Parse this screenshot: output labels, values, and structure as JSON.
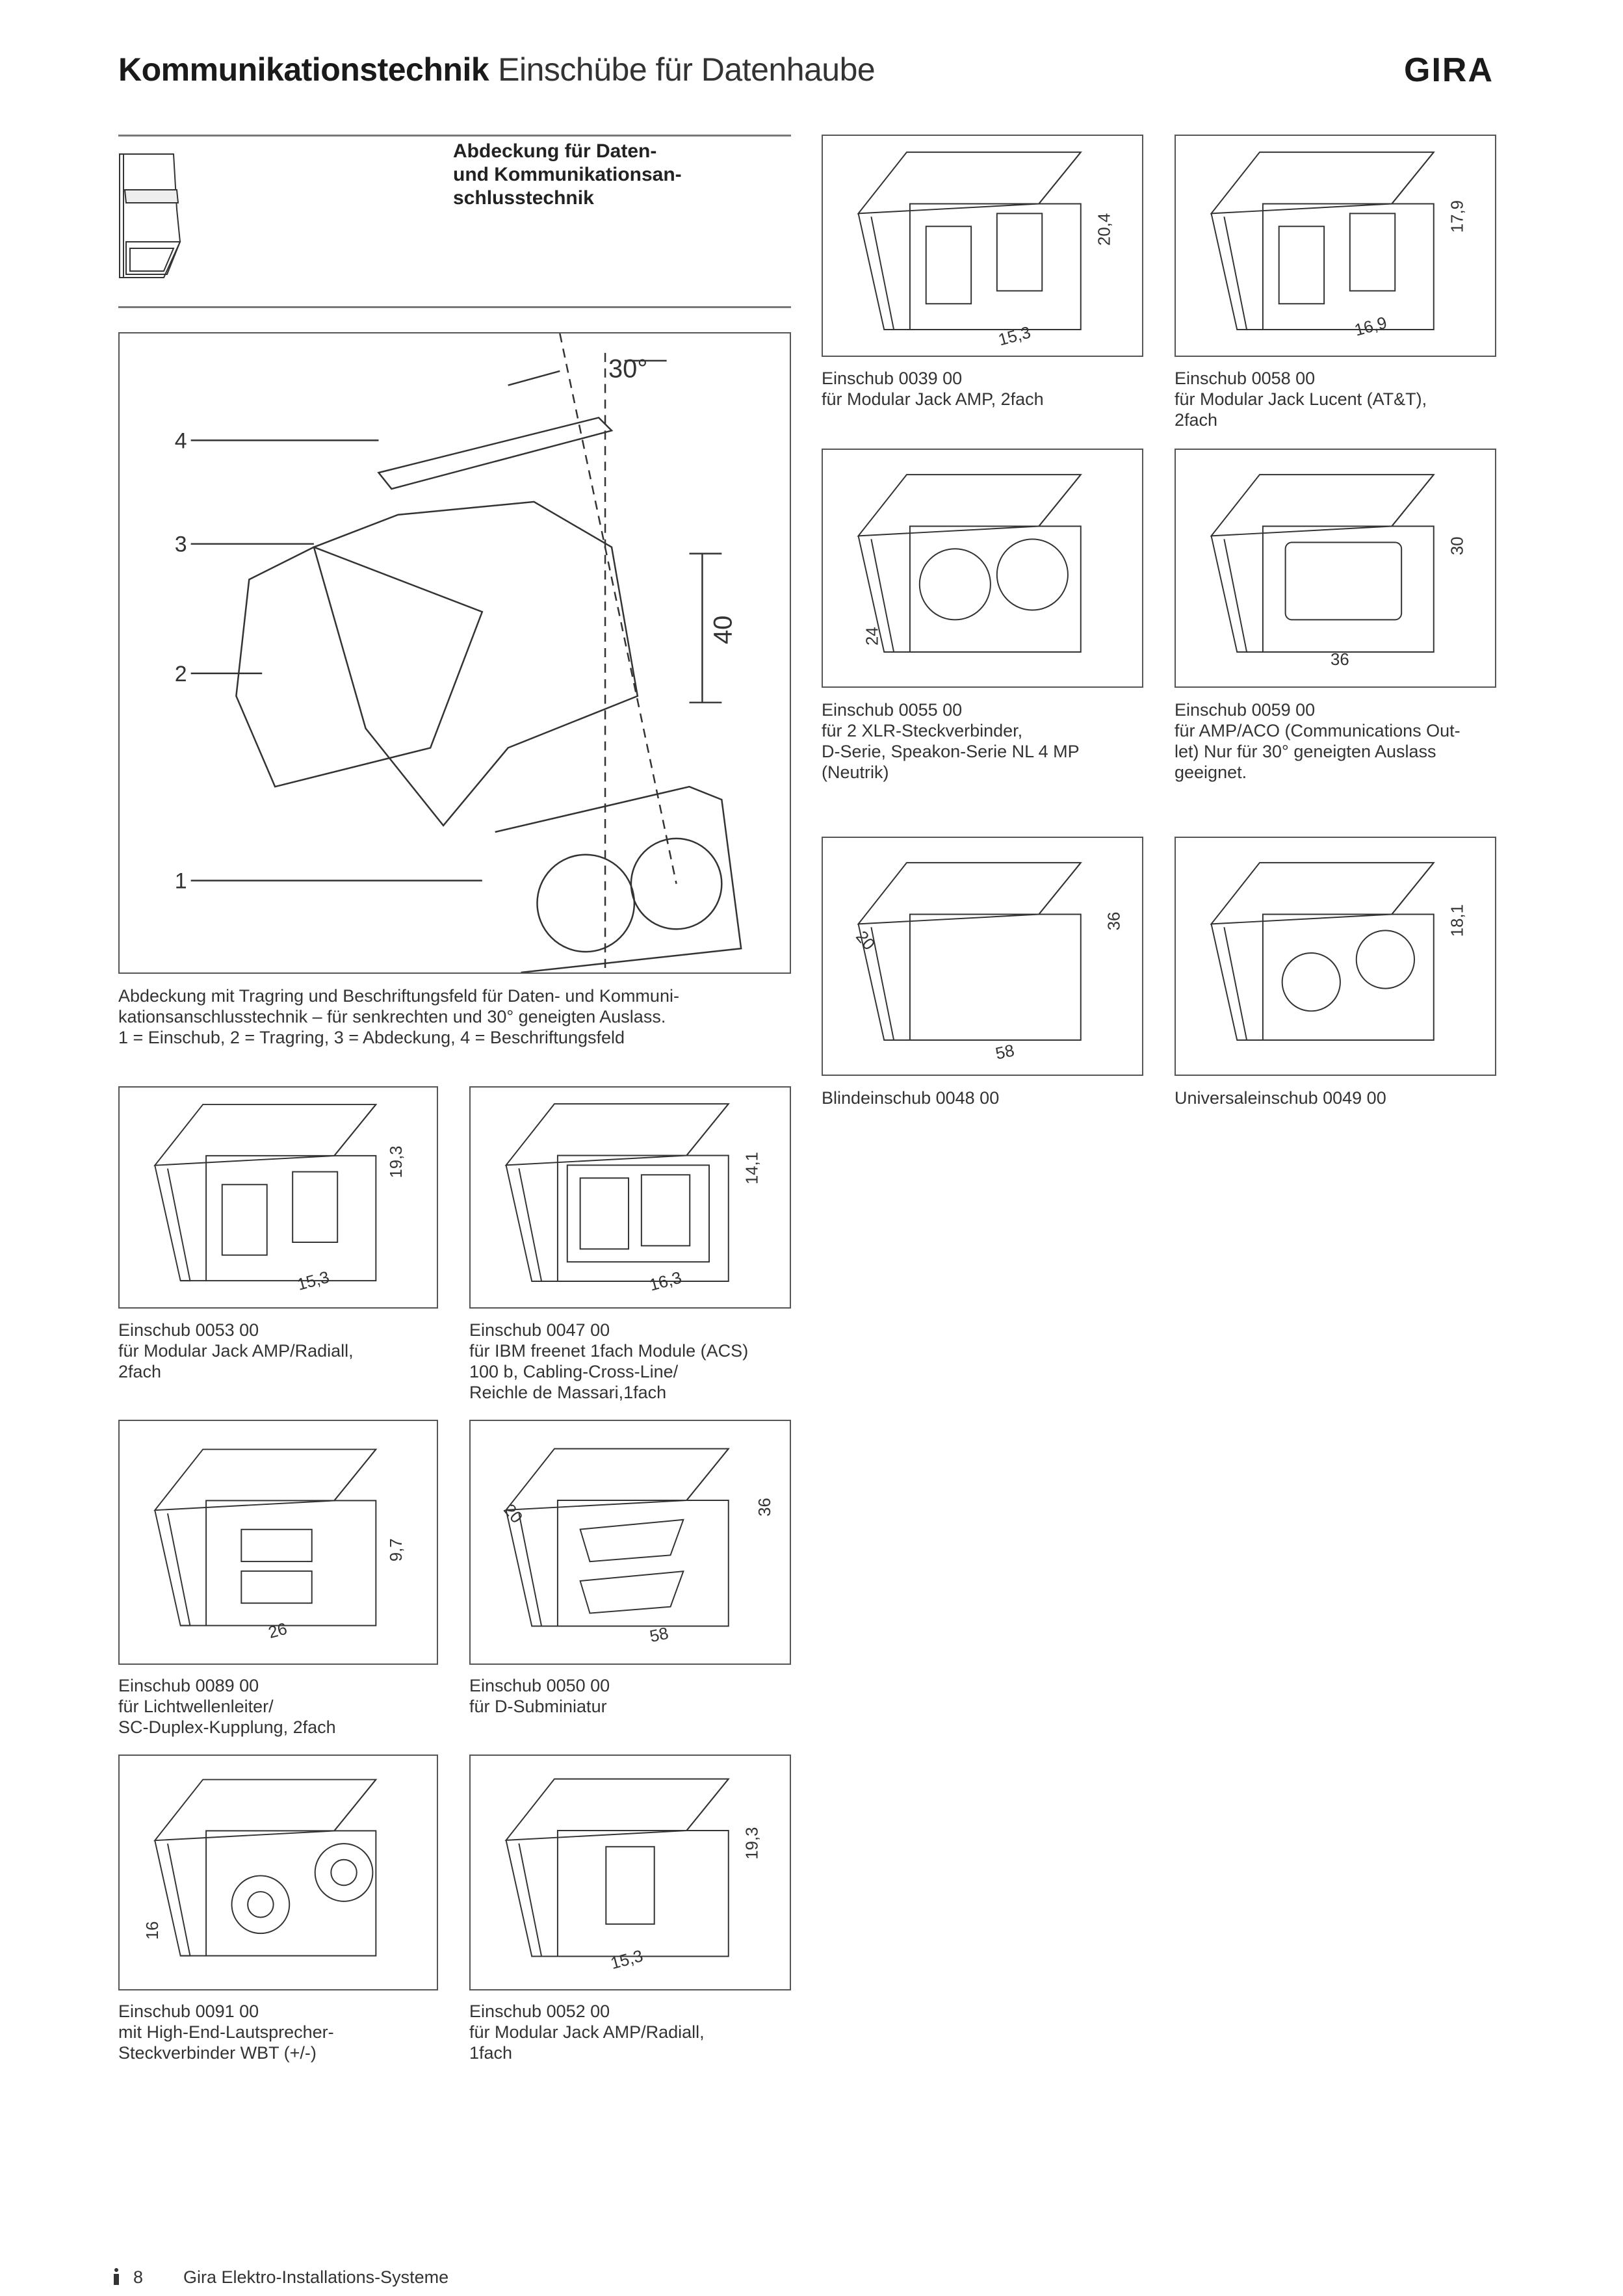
{
  "header": {
    "title_bold": "Kommunikationstechnik",
    "title_rest": "Einschübe für Datenhaube",
    "brand": "GIRA"
  },
  "intro": {
    "heading": "Abdeckung für Daten-\nund Kommunikationsan-\nschlusstechnik"
  },
  "main_figure": {
    "angle_label": "30°",
    "height_label": "40",
    "callouts": [
      "1",
      "2",
      "3",
      "4"
    ],
    "caption": "Abdeckung mit Tragring und Beschriftungsfeld für Daten- und Kommuni-\nkationsanschlusstechnik – für senkrechten und 30° geneigten Auslass.\n1 = Einschub, 2 = Tragring, 3 = Abdeckung, 4 = Beschriftungsfeld"
  },
  "products": [
    {
      "caption": "Einschub 0039 00\nfür Modular Jack AMP, 2fach",
      "dims": [
        "20,4",
        "15,3"
      ]
    },
    {
      "caption": "Einschub 0058 00\nfür Modular Jack Lucent (AT&T),\n2fach",
      "dims": [
        "17,9",
        "16,9"
      ]
    },
    {
      "caption": "Einschub 0055 00\nfür 2 XLR-Steckverbinder,\nD-Serie, Speakon-Serie NL 4 MP\n(Neutrik)",
      "dims": [
        "24"
      ]
    },
    {
      "caption": "Einschub 0059 00\nfür AMP/ACO (Communications Out-\nlet) Nur für 30° geneigten Auslass\ngeeignet.",
      "dims": [
        "30",
        "36"
      ]
    },
    {
      "caption": "Blindeinschub 0048 00",
      "dims": [
        "36",
        "20",
        "58"
      ]
    },
    {
      "caption": "Universaleinschub 0049 00",
      "dims": [
        "18,1"
      ]
    },
    {
      "caption": "Einschub 0053 00\nfür Modular Jack AMP/Radiall,\n2fach",
      "dims": [
        "19,3",
        "15,3"
      ]
    },
    {
      "caption": "Einschub 0047 00\nfür IBM freenet 1fach Module (ACS)\n100 b, Cabling-Cross-Line/\nReichle de Massari,1fach",
      "dims": [
        "14,1",
        "16,3"
      ]
    },
    {
      "caption": "Einschub 0089 00\nfür Lichtwellenleiter/\nSC-Duplex-Kupplung, 2fach",
      "dims": [
        "9,7",
        "26"
      ]
    },
    {
      "caption": "Einschub 0050 00\nfür D-Subminiatur",
      "dims": [
        "36",
        "20",
        "58"
      ]
    },
    {
      "caption": "Einschub 0091 00\nmit High-End-Lautsprecher-\nSteckverbinder WBT (+/-)",
      "dims": [
        "16"
      ]
    },
    {
      "caption": "Einschub 0052 00\nfür Modular Jack AMP/Radiall,\n1fach",
      "dims": [
        "19,3",
        "15,3"
      ]
    }
  ],
  "footer": {
    "page_number": "8",
    "text": "Gira Elektro-Installations-Systeme"
  }
}
